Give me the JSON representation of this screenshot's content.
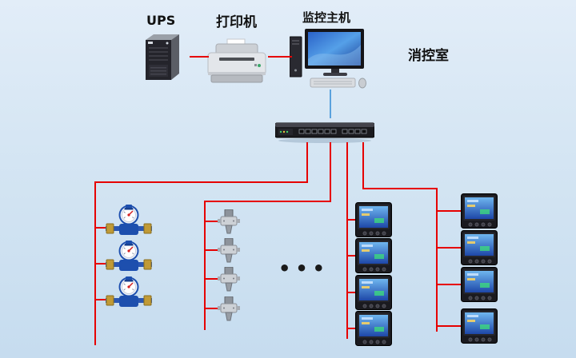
{
  "diagram": {
    "labels": {
      "ups": "UPS",
      "printer": "打印机",
      "monitor_host": "监控主机",
      "control_room": "消控室",
      "ellipsis": "•••"
    },
    "colors": {
      "bg_top": "#e2edf8",
      "bg_bottom": "#c6dcef",
      "line_red": "#e60000",
      "line_blue": "#5aa2dd",
      "label_text": "#111111"
    },
    "devices": {
      "water_meters": 3,
      "valves": 4,
      "power_meters_left_column": 4,
      "power_meters_right_column": 4
    }
  }
}
